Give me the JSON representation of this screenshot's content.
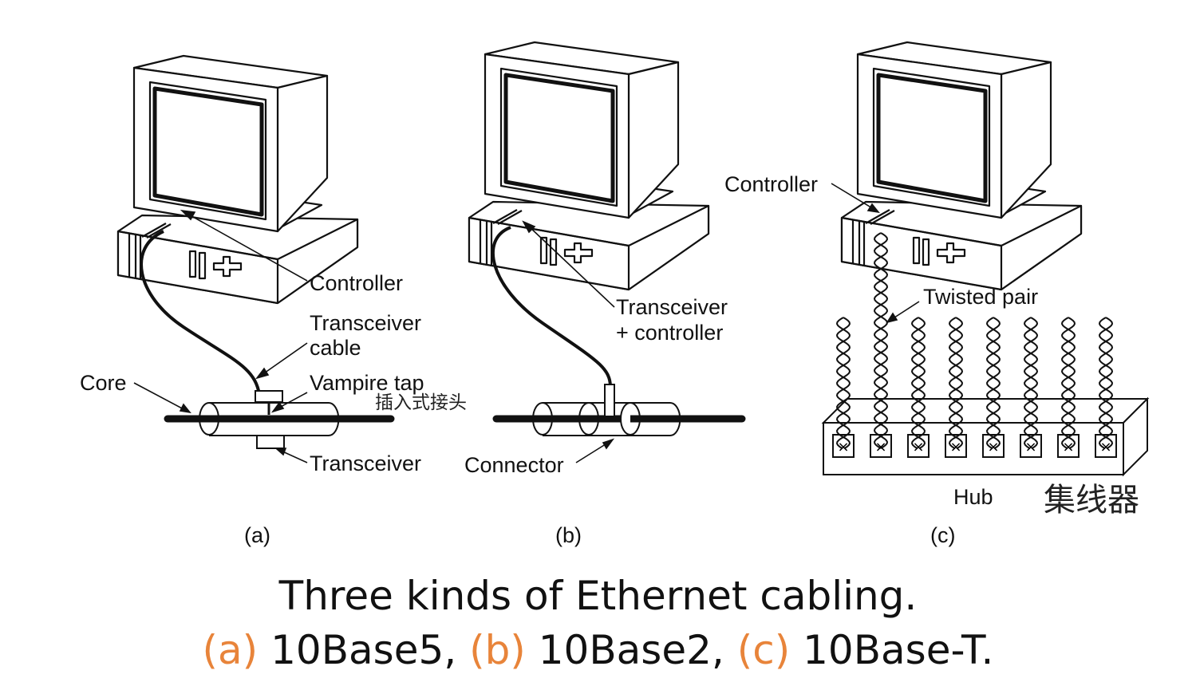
{
  "labels": {
    "a_controller": "Controller",
    "a_transceiver_cable_1": "Transceiver",
    "a_transceiver_cable_2": "cable",
    "a_core": "Core",
    "a_vampire_tap": "Vampire tap",
    "a_vampire_tap_cn": "插入式接头",
    "a_transceiver": "Transceiver",
    "b_transceiver_1": "Transceiver",
    "b_transceiver_2": "+ controller",
    "b_connector": "Connector",
    "c_controller": "Controller",
    "c_twisted_pair": "Twisted pair",
    "c_hub": "Hub",
    "c_hub_cn": "集线器"
  },
  "panels": {
    "a": "(a)",
    "b": "(b)",
    "c": "(c)"
  },
  "caption": {
    "line1": "Three kinds of Ethernet cabling.",
    "a_tag": "(a)",
    "a_text": " 10Base5, ",
    "b_tag": "(b)",
    "b_text": " 10Base2, ",
    "c_tag": "(c)",
    "c_text": " 10Base-T.",
    "accent_color": "#e8843a"
  }
}
